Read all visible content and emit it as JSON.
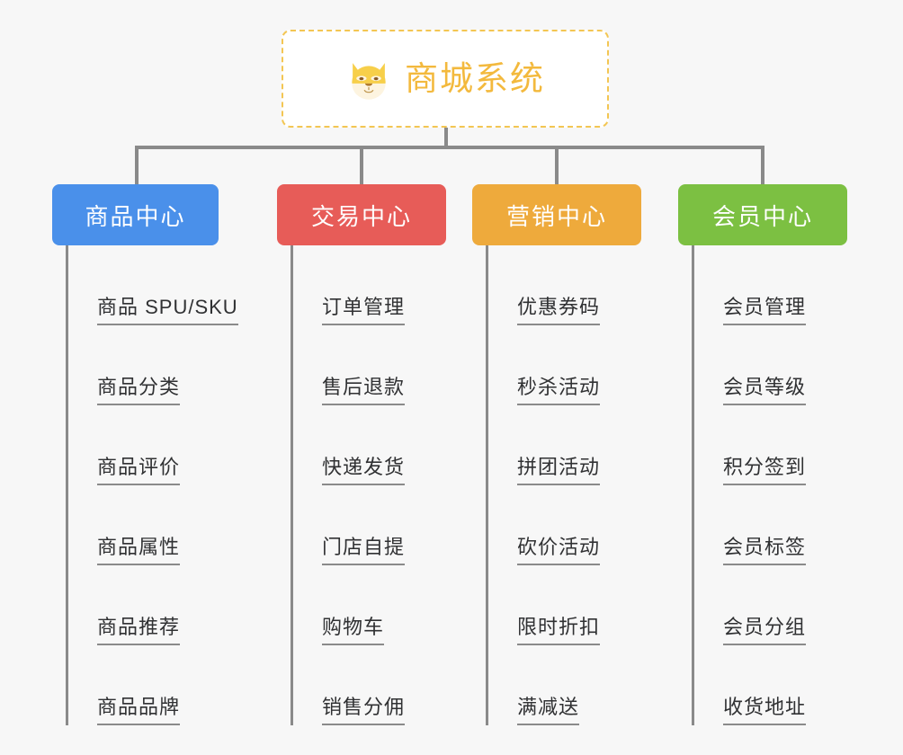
{
  "page": {
    "background_color": "#f7f7f7",
    "connector_color": "#8a8a8a"
  },
  "root": {
    "title": "商城系统",
    "icon": "dog-face-emoji",
    "border_color": "#f3c653",
    "text_color": "#f3b93d",
    "background_color": "#ffffff"
  },
  "columns": [
    {
      "title": "商品中心",
      "color": "#4a90ea",
      "items": [
        "商品 SPU/SKU",
        "商品分类",
        "商品评价",
        "商品属性",
        "商品推荐",
        "商品品牌"
      ]
    },
    {
      "title": "交易中心",
      "color": "#e75c58",
      "items": [
        "订单管理",
        "售后退款",
        "快递发货",
        "门店自提",
        "购物车",
        "销售分佣"
      ]
    },
    {
      "title": "营销中心",
      "color": "#eeaa3c",
      "items": [
        "优惠券码",
        "秒杀活动",
        "拼团活动",
        "砍价活动",
        "限时折扣",
        "满减送"
      ]
    },
    {
      "title": "会员中心",
      "color": "#7cc042",
      "items": [
        "会员管理",
        "会员等级",
        "积分签到",
        "会员标签",
        "会员分组",
        "收货地址"
      ]
    }
  ]
}
